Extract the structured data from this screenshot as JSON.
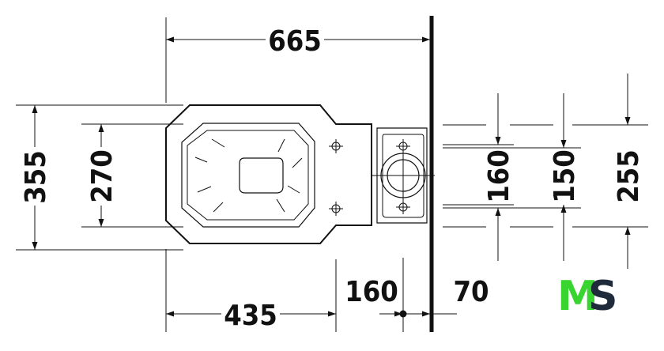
{
  "dimensions": {
    "overall_length": "665",
    "overall_width": "355",
    "seat_width": "270",
    "front_to_axis": "435",
    "axis_offset": "160",
    "wall_to_axis": "70",
    "outlet_height_1": "160",
    "outlet_height_2": "150",
    "outlet_height_3": "255"
  },
  "logo": {
    "letter_1": "M",
    "letter_2": "S",
    "color_1": "#38d430",
    "color_2": "#1f2a3a"
  },
  "colors": {
    "line": "#111111",
    "background": "#ffffff"
  }
}
